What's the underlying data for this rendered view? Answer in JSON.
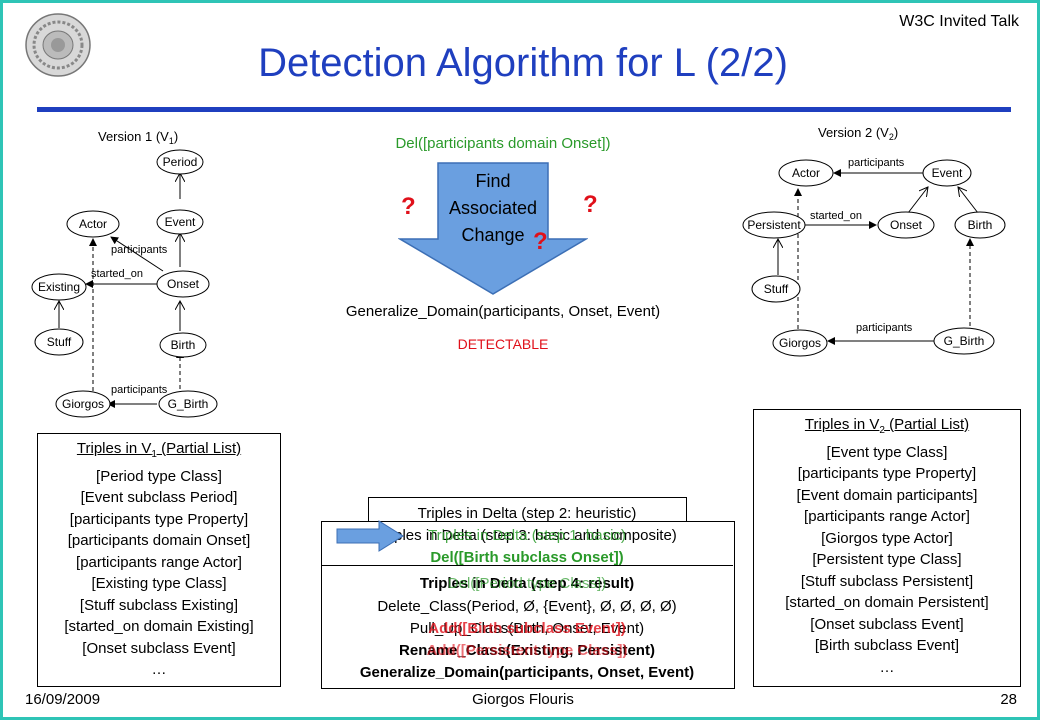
{
  "header": {
    "event": "W3C Invited Talk",
    "title": "Detection Algorithm for L (2/2)"
  },
  "v1": {
    "title": "Version 1 (V",
    "title_sub": "1",
    "title_end": ")",
    "nodes": {
      "period": "Period",
      "actor": "Actor",
      "event": "Event",
      "existing": "Existing",
      "onset": "Onset",
      "stuff": "Stuff",
      "birth": "Birth",
      "giorgos": "Giorgos",
      "g_birth": "G_Birth"
    },
    "edges": {
      "participants": "participants",
      "started_on": "started_on",
      "participants2": "participants"
    }
  },
  "v2": {
    "title": "Version 2 (V",
    "title_sub": "2",
    "title_end": ")",
    "nodes": {
      "actor": "Actor",
      "event": "Event",
      "persistent": "Persistent",
      "onset": "Onset",
      "birth": "Birth",
      "stuff": "Stuff",
      "giorgos": "Giorgos",
      "g_birth": "G_Birth"
    },
    "edges": {
      "participants": "participants",
      "started_on": "started_on",
      "participants2": "participants"
    }
  },
  "center": {
    "del_op": "Del([participants domain Onset])",
    "arrow_lines": [
      "Find",
      "Associated",
      "Change"
    ],
    "question": "?",
    "gen_op": "Generalize_Domain(participants, Onset, Event)",
    "detectable": "DETECTABLE"
  },
  "triples_v1": {
    "header_pre": "Triples in V",
    "header_sub": "1",
    "header_post": " (Partial List)",
    "items": [
      "[Period type Class]",
      "[Event subclass Period]",
      "[participants type Property]",
      "[participants domain Onset]",
      "[participants range Actor]",
      "[Existing type Class]",
      "[Stuff subclass Existing]",
      "[started_on domain Existing]",
      "[Onset subclass Event]",
      "…"
    ]
  },
  "triples_v2": {
    "header_pre": "Triples in V",
    "header_sub": "2",
    "header_post": " (Partial List)",
    "items": [
      "[Event type Class]",
      "[participants type Property]",
      "[Event domain participants]",
      "[participants range Actor]",
      "[Giorgos type Actor]",
      "[Persistent type Class]",
      "[Stuff subclass Persistent]",
      "[started_on domain Persistent]",
      "[Onset subclass Event]",
      "[Birth subclass Event]",
      "…"
    ]
  },
  "delta": {
    "heuristic_header": "Triples in Delta (step 2: heuristic)",
    "composite_header": "Triples in Delta (step 3: basic and composite)",
    "basic_header": "Triples in Delta (step 1: basic)",
    "result_header": "Triples in Delta (step 4: result)",
    "green_ops": [
      "Del([Birth subclass Onset])",
      "Del([Period type Class])",
      "Add([Birth subclass Event])",
      "Add([Persistent type Class])"
    ],
    "result_ops": [
      "Delete_Class(Period, Ø, {Event}, Ø, Ø, Ø, Ø)",
      "Pull_Up_Class(Birth, Onset, Event)",
      "Rename_Class(Existing, Persistent)",
      "Generalize_Domain(participants, Onset, Event)"
    ]
  },
  "footer": {
    "date": "16/09/2009",
    "author": "Giorgos Flouris",
    "page": "28"
  },
  "colors": {
    "title": "#1f3fbf",
    "frame": "#2ec4b6",
    "green": "#2a9a2a",
    "red": "#e0101a",
    "arrow": "#6a9fe0"
  }
}
